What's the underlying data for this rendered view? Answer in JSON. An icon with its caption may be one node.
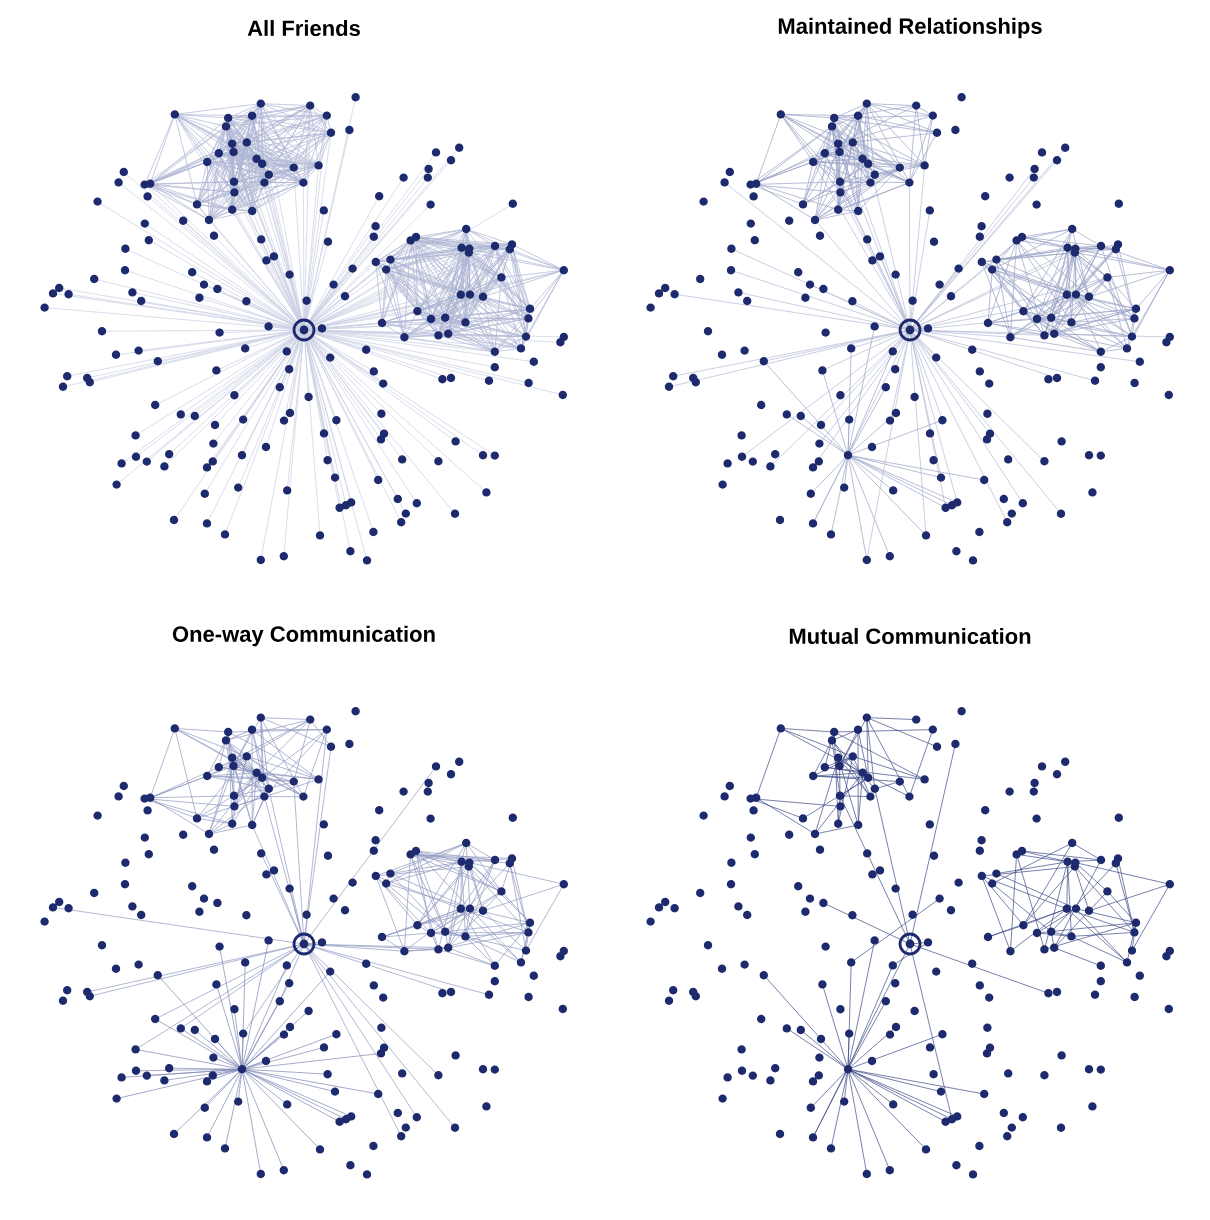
{
  "diagram": {
    "labels": [
      "All Friends",
      "Maintained Relationships",
      "One-way Communication",
      "Mutual Communication"
    ]
  }
}
